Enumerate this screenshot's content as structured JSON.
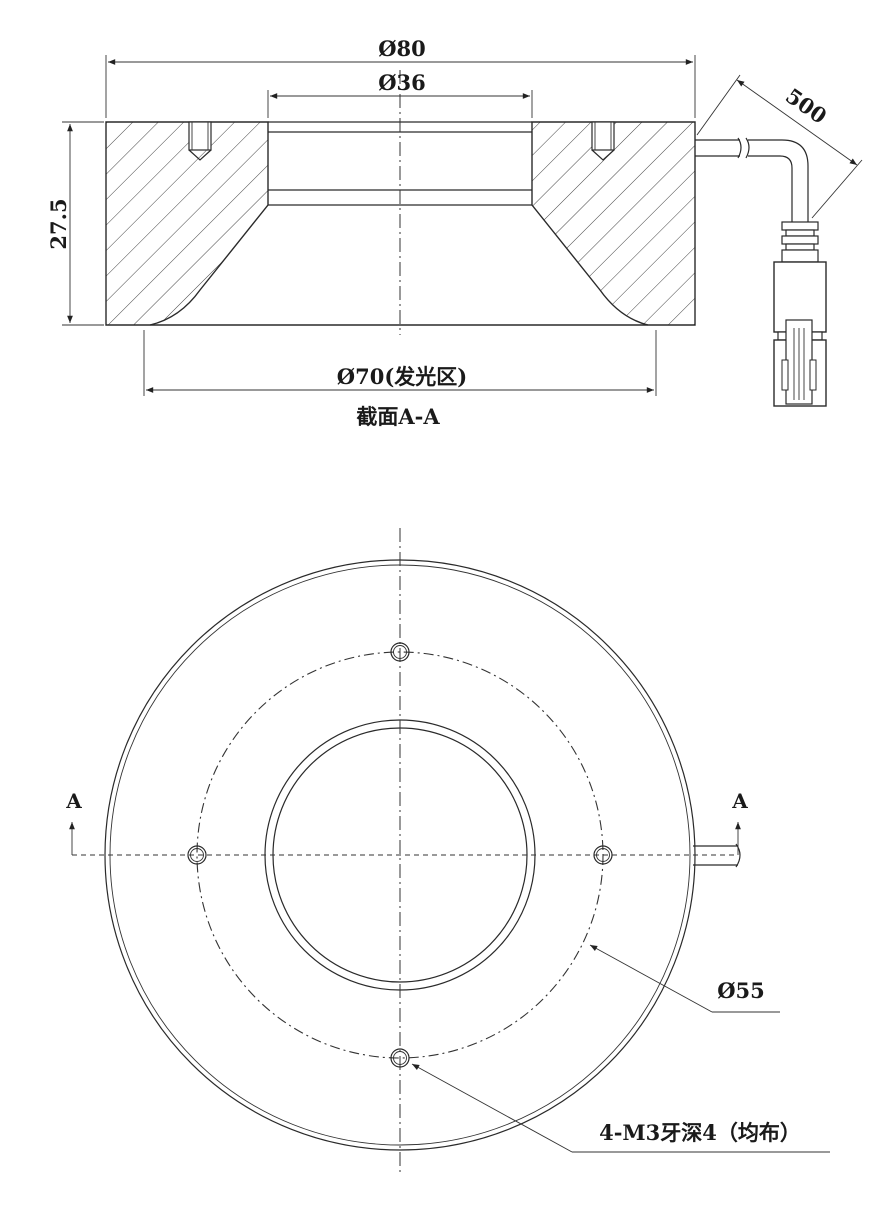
{
  "section_view": {
    "dim_outer_diameter": "Ø80",
    "dim_inner_diameter": "Ø36",
    "dim_height": "27.5",
    "dim_cable_length": "500",
    "dim_emitting_area": "Ø70(发光区)",
    "section_title": "截面A-A"
  },
  "plan_view": {
    "section_mark_left": "A",
    "section_mark_right": "A",
    "dim_hole_circle": "Ø55",
    "hole_note": "4-M3牙深4（均布）"
  }
}
